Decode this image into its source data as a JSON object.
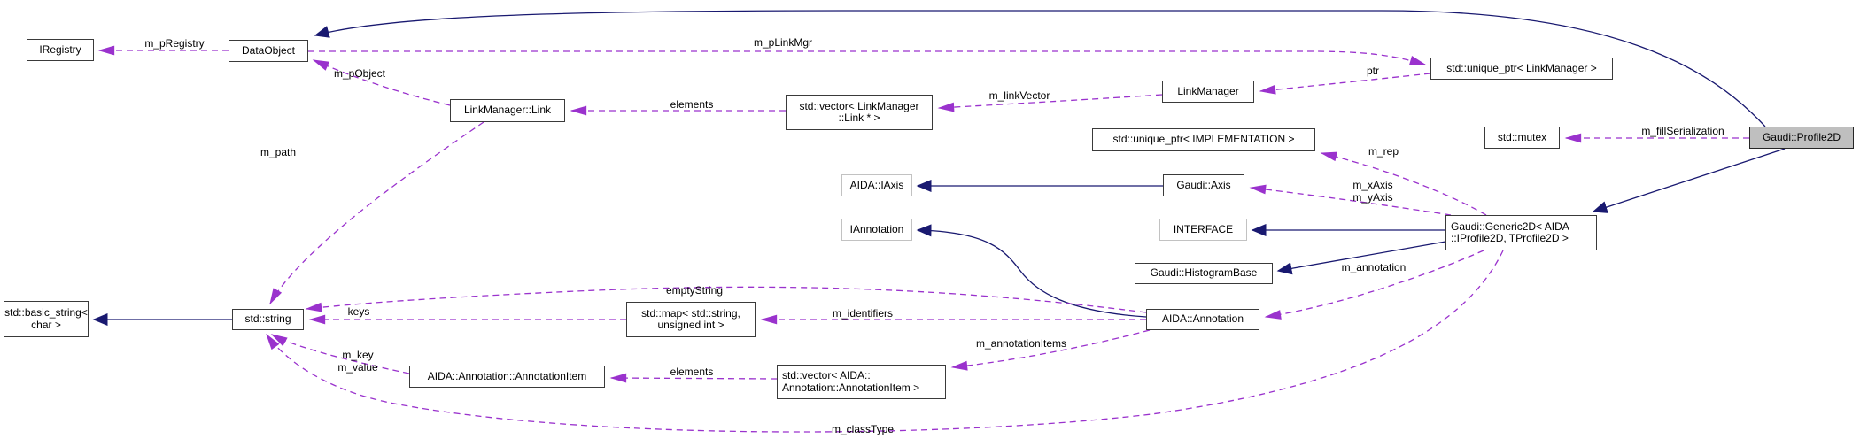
{
  "diagram": {
    "kind": "doxygen-collaboration-graph",
    "focus_class": "Gaudi::Profile2D"
  },
  "colors": {
    "background": "#ffffff",
    "inheritance_edge": "#191970",
    "usage_edge": "#9a32cd",
    "node_border": "#3a3a3a",
    "external_node_border": "#c2c2c2",
    "focus_node_fill": "#bfbfbf",
    "text": "#000000"
  },
  "nodes": [
    {
      "id": "iregistry",
      "lines": [
        "IRegistry"
      ]
    },
    {
      "id": "dataobject",
      "lines": [
        "DataObject"
      ]
    },
    {
      "id": "linkmanager-link",
      "lines": [
        "LinkManager::Link"
      ]
    },
    {
      "id": "vector-linkmanager-link",
      "lines": [
        "std::vector< LinkManager",
        "::Link * >"
      ]
    },
    {
      "id": "linkmanager",
      "lines": [
        "LinkManager"
      ]
    },
    {
      "id": "unique-ptr-linkmanager",
      "lines": [
        "std::unique_ptr< LinkManager >"
      ]
    },
    {
      "id": "unique-ptr-implementation",
      "lines": [
        "std::unique_ptr< IMPLEMENTATION >"
      ]
    },
    {
      "id": "std-mutex",
      "lines": [
        "std::mutex"
      ]
    },
    {
      "id": "gaudi-profile2d",
      "lines": [
        "Gaudi::Profile2D"
      ]
    },
    {
      "id": "aida-iaxis",
      "lines": [
        "AIDA::IAxis"
      ]
    },
    {
      "id": "gaudi-axis",
      "lines": [
        "Gaudi::Axis"
      ]
    },
    {
      "id": "iannotation",
      "lines": [
        "IAnnotation"
      ]
    },
    {
      "id": "interface",
      "lines": [
        "INTERFACE"
      ]
    },
    {
      "id": "gaudi-generic2d",
      "lines": [
        "Gaudi::Generic2D< AIDA",
        "::IProfile2D, TProfile2D >"
      ]
    },
    {
      "id": "gaudi-histogrambase",
      "lines": [
        "Gaudi::HistogramBase"
      ]
    },
    {
      "id": "aida-annotation",
      "lines": [
        "AIDA::Annotation"
      ]
    },
    {
      "id": "std-basic-string",
      "lines": [
        "std::basic_string<",
        "char >"
      ]
    },
    {
      "id": "std-string",
      "lines": [
        "std::string"
      ]
    },
    {
      "id": "std-map",
      "lines": [
        "std::map< std::string,",
        "unsigned int >"
      ]
    },
    {
      "id": "aida-annotationitem",
      "lines": [
        "AIDA::Annotation::AnnotationItem"
      ]
    },
    {
      "id": "vector-annotationitem",
      "lines": [
        "std::vector< AIDA::",
        "Annotation::AnnotationItem >"
      ]
    }
  ],
  "edge_labels": [
    {
      "text": "m_pRegistry"
    },
    {
      "text": "m_pLinkMgr"
    },
    {
      "text": "m_pObject"
    },
    {
      "text": "elements"
    },
    {
      "text": "m_linkVector"
    },
    {
      "text": "ptr"
    },
    {
      "text": "m_fillSerialization"
    },
    {
      "text": "m_rep"
    },
    {
      "text": "m_xAxis"
    },
    {
      "text": "m_yAxis"
    },
    {
      "text": "m_annotation"
    },
    {
      "text": "m_path"
    },
    {
      "text": "emptyString"
    },
    {
      "text": "keys"
    },
    {
      "text": "m_identifiers"
    },
    {
      "text": "m_annotationItems"
    },
    {
      "text": "elements"
    },
    {
      "text": "m_key"
    },
    {
      "text": "m_value"
    },
    {
      "text": "m_classType"
    }
  ]
}
